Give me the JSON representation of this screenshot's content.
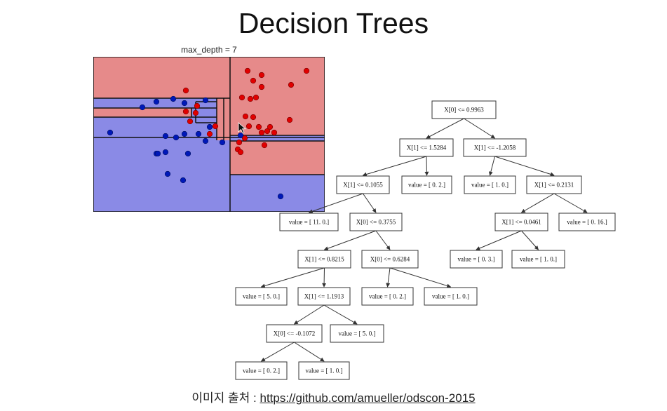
{
  "title": "Decision Trees",
  "plot": {
    "label": "max_depth = 7",
    "colors": {
      "red_region": "#E68A8A",
      "blue_region": "#8A8AE6",
      "red_point": "#E00000",
      "blue_point": "#0018B8",
      "border": "#111111"
    }
  },
  "tree": {
    "nodes": [
      {
        "id": "n0",
        "label": "X[0] <= 0.9963"
      },
      {
        "id": "n1",
        "label": "X[1] <= 1.5284"
      },
      {
        "id": "n2",
        "label": "X[1] <= -1.2058"
      },
      {
        "id": "n3",
        "label": "X[1] <= 0.1055"
      },
      {
        "id": "n4",
        "label": "value = [ 0.  2.]"
      },
      {
        "id": "n5",
        "label": "value = [ 1.  0.]"
      },
      {
        "id": "n6",
        "label": "X[1] <= 0.2131"
      },
      {
        "id": "n7",
        "label": "value = [ 11.  0.]"
      },
      {
        "id": "n8",
        "label": "X[0] <= 0.3755"
      },
      {
        "id": "n9",
        "label": "X[1] <= 0.0461"
      },
      {
        "id": "n10",
        "label": "value = [ 0.  16.]"
      },
      {
        "id": "n11",
        "label": "X[1] <= 0.8215"
      },
      {
        "id": "n12",
        "label": "X[0] <= 0.6284"
      },
      {
        "id": "n13",
        "label": "value = [ 0.  3.]"
      },
      {
        "id": "n14",
        "label": "value = [ 1.  0.]"
      },
      {
        "id": "n15",
        "label": "value = [ 5.  0.]"
      },
      {
        "id": "n16",
        "label": "X[1] <= 1.1913"
      },
      {
        "id": "n17",
        "label": "value = [ 0.  2.]"
      },
      {
        "id": "n18",
        "label": "value = [ 1.  0.]"
      },
      {
        "id": "n19",
        "label": "X[0] <= -0.1072"
      },
      {
        "id": "n20",
        "label": "value = [ 5.  0.]"
      },
      {
        "id": "n21",
        "label": "value = [ 0.  2.]"
      },
      {
        "id": "n22",
        "label": "value = [ 1.  0.]"
      }
    ],
    "edges": [
      [
        "n0",
        "n1"
      ],
      [
        "n0",
        "n2"
      ],
      [
        "n1",
        "n3"
      ],
      [
        "n1",
        "n4"
      ],
      [
        "n2",
        "n5"
      ],
      [
        "n2",
        "n6"
      ],
      [
        "n3",
        "n7"
      ],
      [
        "n3",
        "n8"
      ],
      [
        "n6",
        "n9"
      ],
      [
        "n6",
        "n10"
      ],
      [
        "n8",
        "n11"
      ],
      [
        "n8",
        "n12"
      ],
      [
        "n9",
        "n13"
      ],
      [
        "n9",
        "n14"
      ],
      [
        "n11",
        "n15"
      ],
      [
        "n11",
        "n16"
      ],
      [
        "n12",
        "n17"
      ],
      [
        "n12",
        "n18"
      ],
      [
        "n16",
        "n19"
      ],
      [
        "n16",
        "n20"
      ],
      [
        "n19",
        "n21"
      ],
      [
        "n19",
        "n22"
      ]
    ]
  },
  "footer": {
    "prefix": "이미지 출처 : ",
    "link_text": "https://github.com/amueller/odscon-2015"
  },
  "icons": {
    "cursor": "mouse-pointer-icon"
  }
}
